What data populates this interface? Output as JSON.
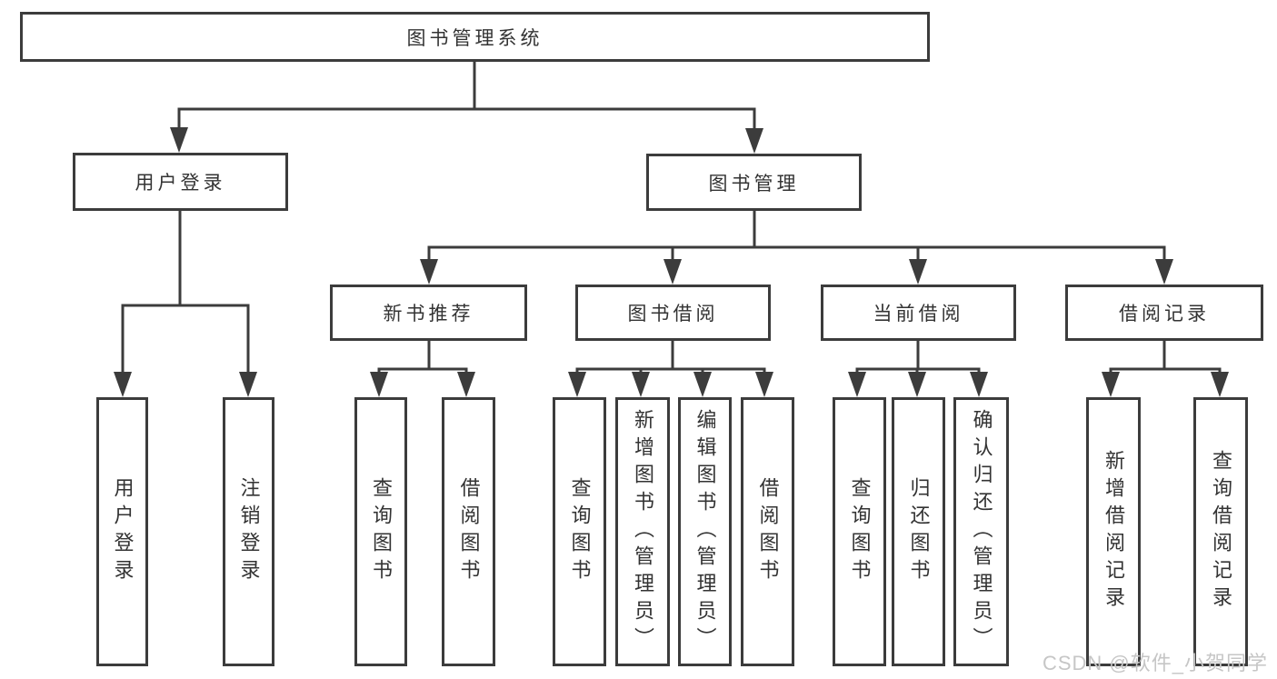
{
  "tree": {
    "root": "图书管理系统",
    "level2": [
      "用户登录",
      "图书管理"
    ],
    "level3": [
      "新书推荐",
      "图书借阅",
      "当前借阅",
      "借阅记录"
    ],
    "leaves": {
      "user": [
        "用户登录",
        "注销登录"
      ],
      "new_books": [
        "查询图书",
        "借阅图书"
      ],
      "book_borrow": [
        "查询图书",
        "新增图书（管理员）",
        "编辑图书（管理员）",
        "借阅图书"
      ],
      "current_borrow": [
        "查询图书",
        "归还图书",
        "确认归还（管理员）"
      ],
      "borrow_records": [
        "新增借阅记录",
        "查询借阅记录"
      ]
    }
  },
  "watermark": "CSDN @软件_小贺同学",
  "colors": {
    "line": "#3c3c3c",
    "text": "#333333",
    "watermark": "#c6c6c6",
    "background": "#ffffff"
  }
}
